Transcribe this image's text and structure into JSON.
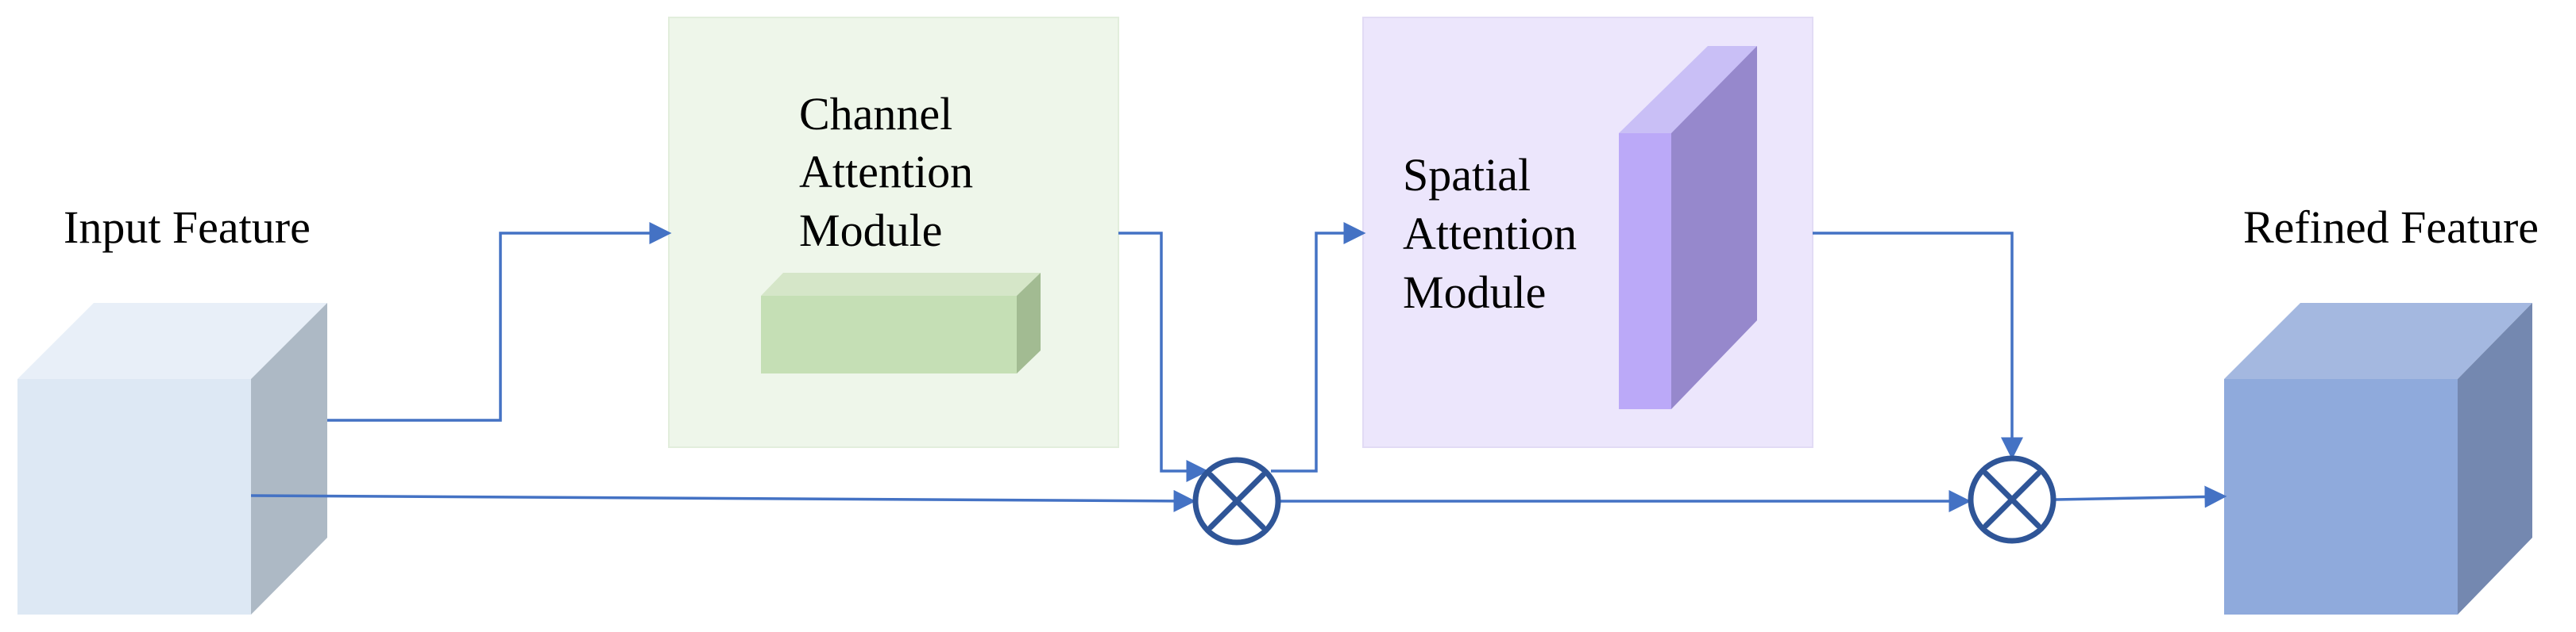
{
  "title": "",
  "labels": {
    "input_feature": "Input Feature",
    "refined_feature": "Refined Feature",
    "channel_module": [
      "Channel",
      "Attention",
      "Module"
    ],
    "spatial_module": [
      "Spatial",
      "Attention",
      "Module"
    ]
  },
  "nodes": [
    {
      "id": "input-feature",
      "label": "Input Feature",
      "shape": "cube"
    },
    {
      "id": "channel-attention-module",
      "label": "Channel Attention Module",
      "shape": "box"
    },
    {
      "id": "multiply-1",
      "label": "",
      "shape": "circle-x"
    },
    {
      "id": "spatial-attention-module",
      "label": "Spatial Attention Module",
      "shape": "box"
    },
    {
      "id": "multiply-2",
      "label": "",
      "shape": "circle-x"
    },
    {
      "id": "refined-feature",
      "label": "Refined Feature",
      "shape": "cube"
    }
  ],
  "edges": [
    {
      "from": "input-feature",
      "to": "channel-attention-module"
    },
    {
      "from": "input-feature",
      "to": "multiply-1"
    },
    {
      "from": "channel-attention-module",
      "to": "multiply-1"
    },
    {
      "from": "multiply-1",
      "to": "spatial-attention-module"
    },
    {
      "from": "multiply-1",
      "to": "multiply-2"
    },
    {
      "from": "spatial-attention-module",
      "to": "multiply-2"
    },
    {
      "from": "multiply-2",
      "to": "refined-feature"
    }
  ],
  "colors": {
    "arrow": "#4472c4",
    "multiply_stroke": "#2f5597",
    "channel_panel": "#eef6ea",
    "spatial_panel": "#ece6fc",
    "input_cube_front": "#dde8f4",
    "refined_cube_front": "#8faadc"
  }
}
